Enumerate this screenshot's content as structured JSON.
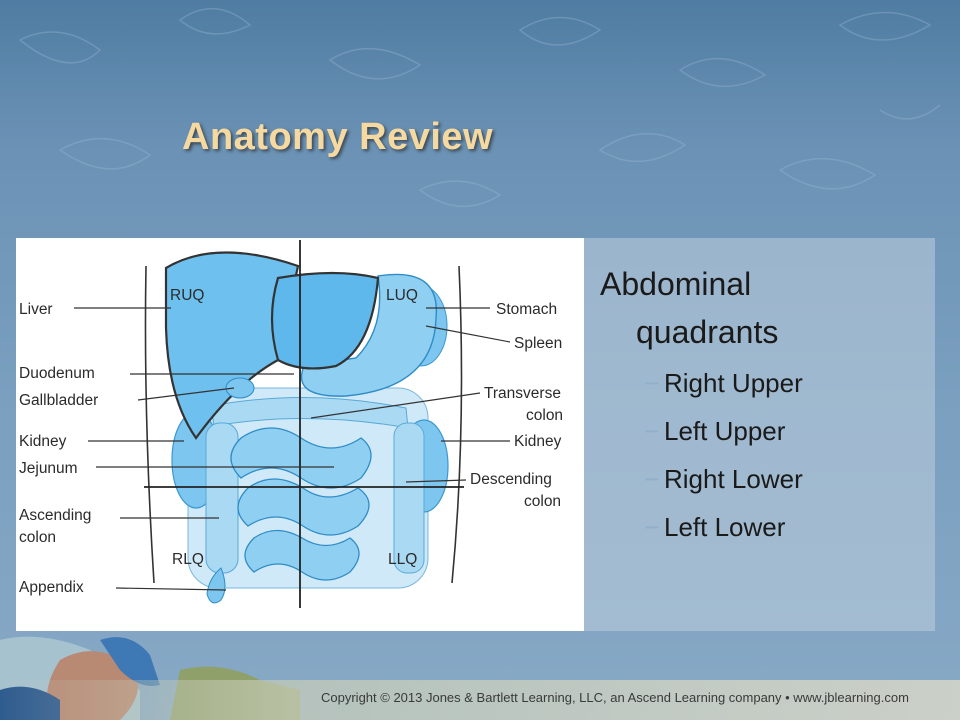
{
  "slide": {
    "title": "Anatomy Review",
    "colors": {
      "title": "#f5d9a0",
      "background": "#6b92b5",
      "organ_fill": "#7cc6ef"
    }
  },
  "diagram": {
    "quadrant_labels": {
      "ruq": "RUQ",
      "luq": "LUQ",
      "rlq": "RLQ",
      "llq": "LLQ"
    },
    "left_labels": {
      "liver": "Liver",
      "duodenum": "Duodenum",
      "gallbladder": "Gallbladder",
      "kidney": "Kidney",
      "jejunum": "Jejunum",
      "ascending_line1": "Ascending",
      "ascending_line2": "colon",
      "appendix": "Appendix"
    },
    "right_labels": {
      "stomach": "Stomach",
      "spleen": "Spleen",
      "transverse_line1": "Transverse",
      "transverse_line2": "colon",
      "kidney": "Kidney",
      "descending_line1": "Descending",
      "descending_line2": "colon"
    }
  },
  "content": {
    "heading_line1": "Abdominal",
    "heading_line2": "quadrants",
    "bullets": [
      "Right Upper",
      "Left Upper",
      "Right Lower",
      "Left Lower"
    ]
  },
  "footer": {
    "copyright": "Copyright © 2013 Jones & Bartlett Learning, LLC, an Ascend Learning company • www.jblearning.com"
  }
}
